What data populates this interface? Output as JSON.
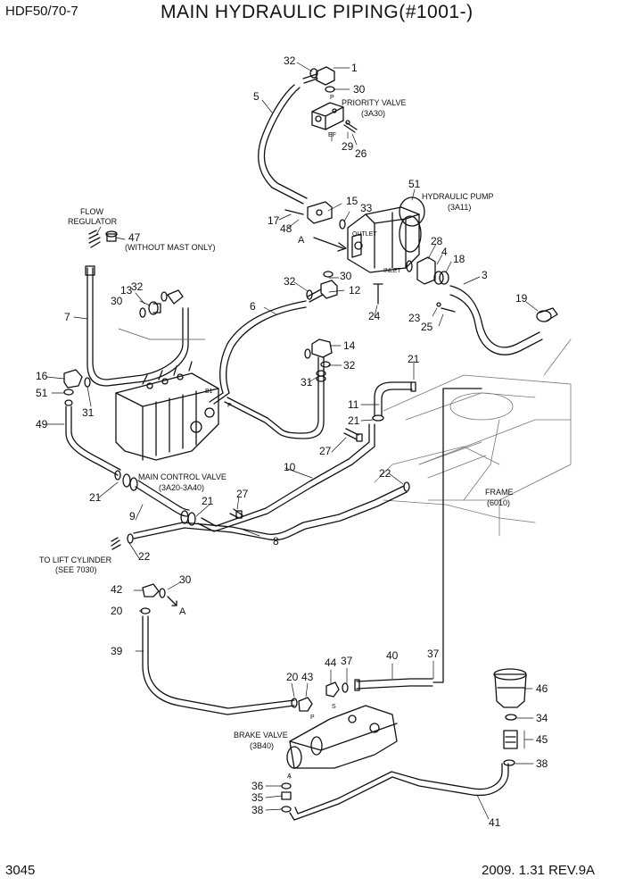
{
  "header": {
    "model": "HDF50/70-7",
    "title": "MAIN HYDRAULIC PIPING(#1001-)"
  },
  "footer": {
    "page": "3045",
    "date_rev": "2009. 1.31  REV.9A"
  },
  "callouts": {
    "flow_regulator": "FLOW\nREGULATOR",
    "without_mast": "(WITHOUT MAST ONLY)",
    "priority_valve": "PRIORITY VALVE",
    "priority_valve_ref": "(3A30)",
    "hydraulic_pump": "HYDRAULIC PUMP",
    "hydraulic_pump_ref": "(3A11)",
    "main_control_valve": "MAIN CONTROL VALVE",
    "main_control_valve_ref": "(3A20-3A40)",
    "to_lift_cylinder": "TO LIFT CYLINDER",
    "see_7030": "(SEE 7030)",
    "frame": "FRAME",
    "frame_ref": "(6010)",
    "brake_valve": "BRAKE VALVE",
    "brake_valve_ref": "(3B40)",
    "outlet": "OUTLET",
    "inlet": "INLET",
    "port_p": "P",
    "port_ef": "EF",
    "port_b1": "B1",
    "port_a": "A",
    "port_s": "S",
    "arrow_a": "A"
  },
  "parts": {
    "p1": "1",
    "p3": "3",
    "p4": "4",
    "p5": "5",
    "p6": "6",
    "p7": "7",
    "p8": "8",
    "p9": "9",
    "p10": "10",
    "p11": "11",
    "p12": "12",
    "p13": "13",
    "p14": "14",
    "p15": "15",
    "p16": "16",
    "p17": "17",
    "p18": "18",
    "p19": "19",
    "p20": "20",
    "p21": "21",
    "p22": "22",
    "p23": "23",
    "p24": "24",
    "p25": "25",
    "p26": "26",
    "p27": "27",
    "p28": "28",
    "p29": "29",
    "p30": "30",
    "p31": "31",
    "p32": "32",
    "p33": "33",
    "p34": "34",
    "p35": "35",
    "p36": "36",
    "p37": "37",
    "p38": "38",
    "p39": "39",
    "p40": "40",
    "p41": "41",
    "p42": "42",
    "p43": "43",
    "p44": "44",
    "p45": "45",
    "p46": "46",
    "p47": "47",
    "p48": "48",
    "p49": "49",
    "p51": "51"
  }
}
